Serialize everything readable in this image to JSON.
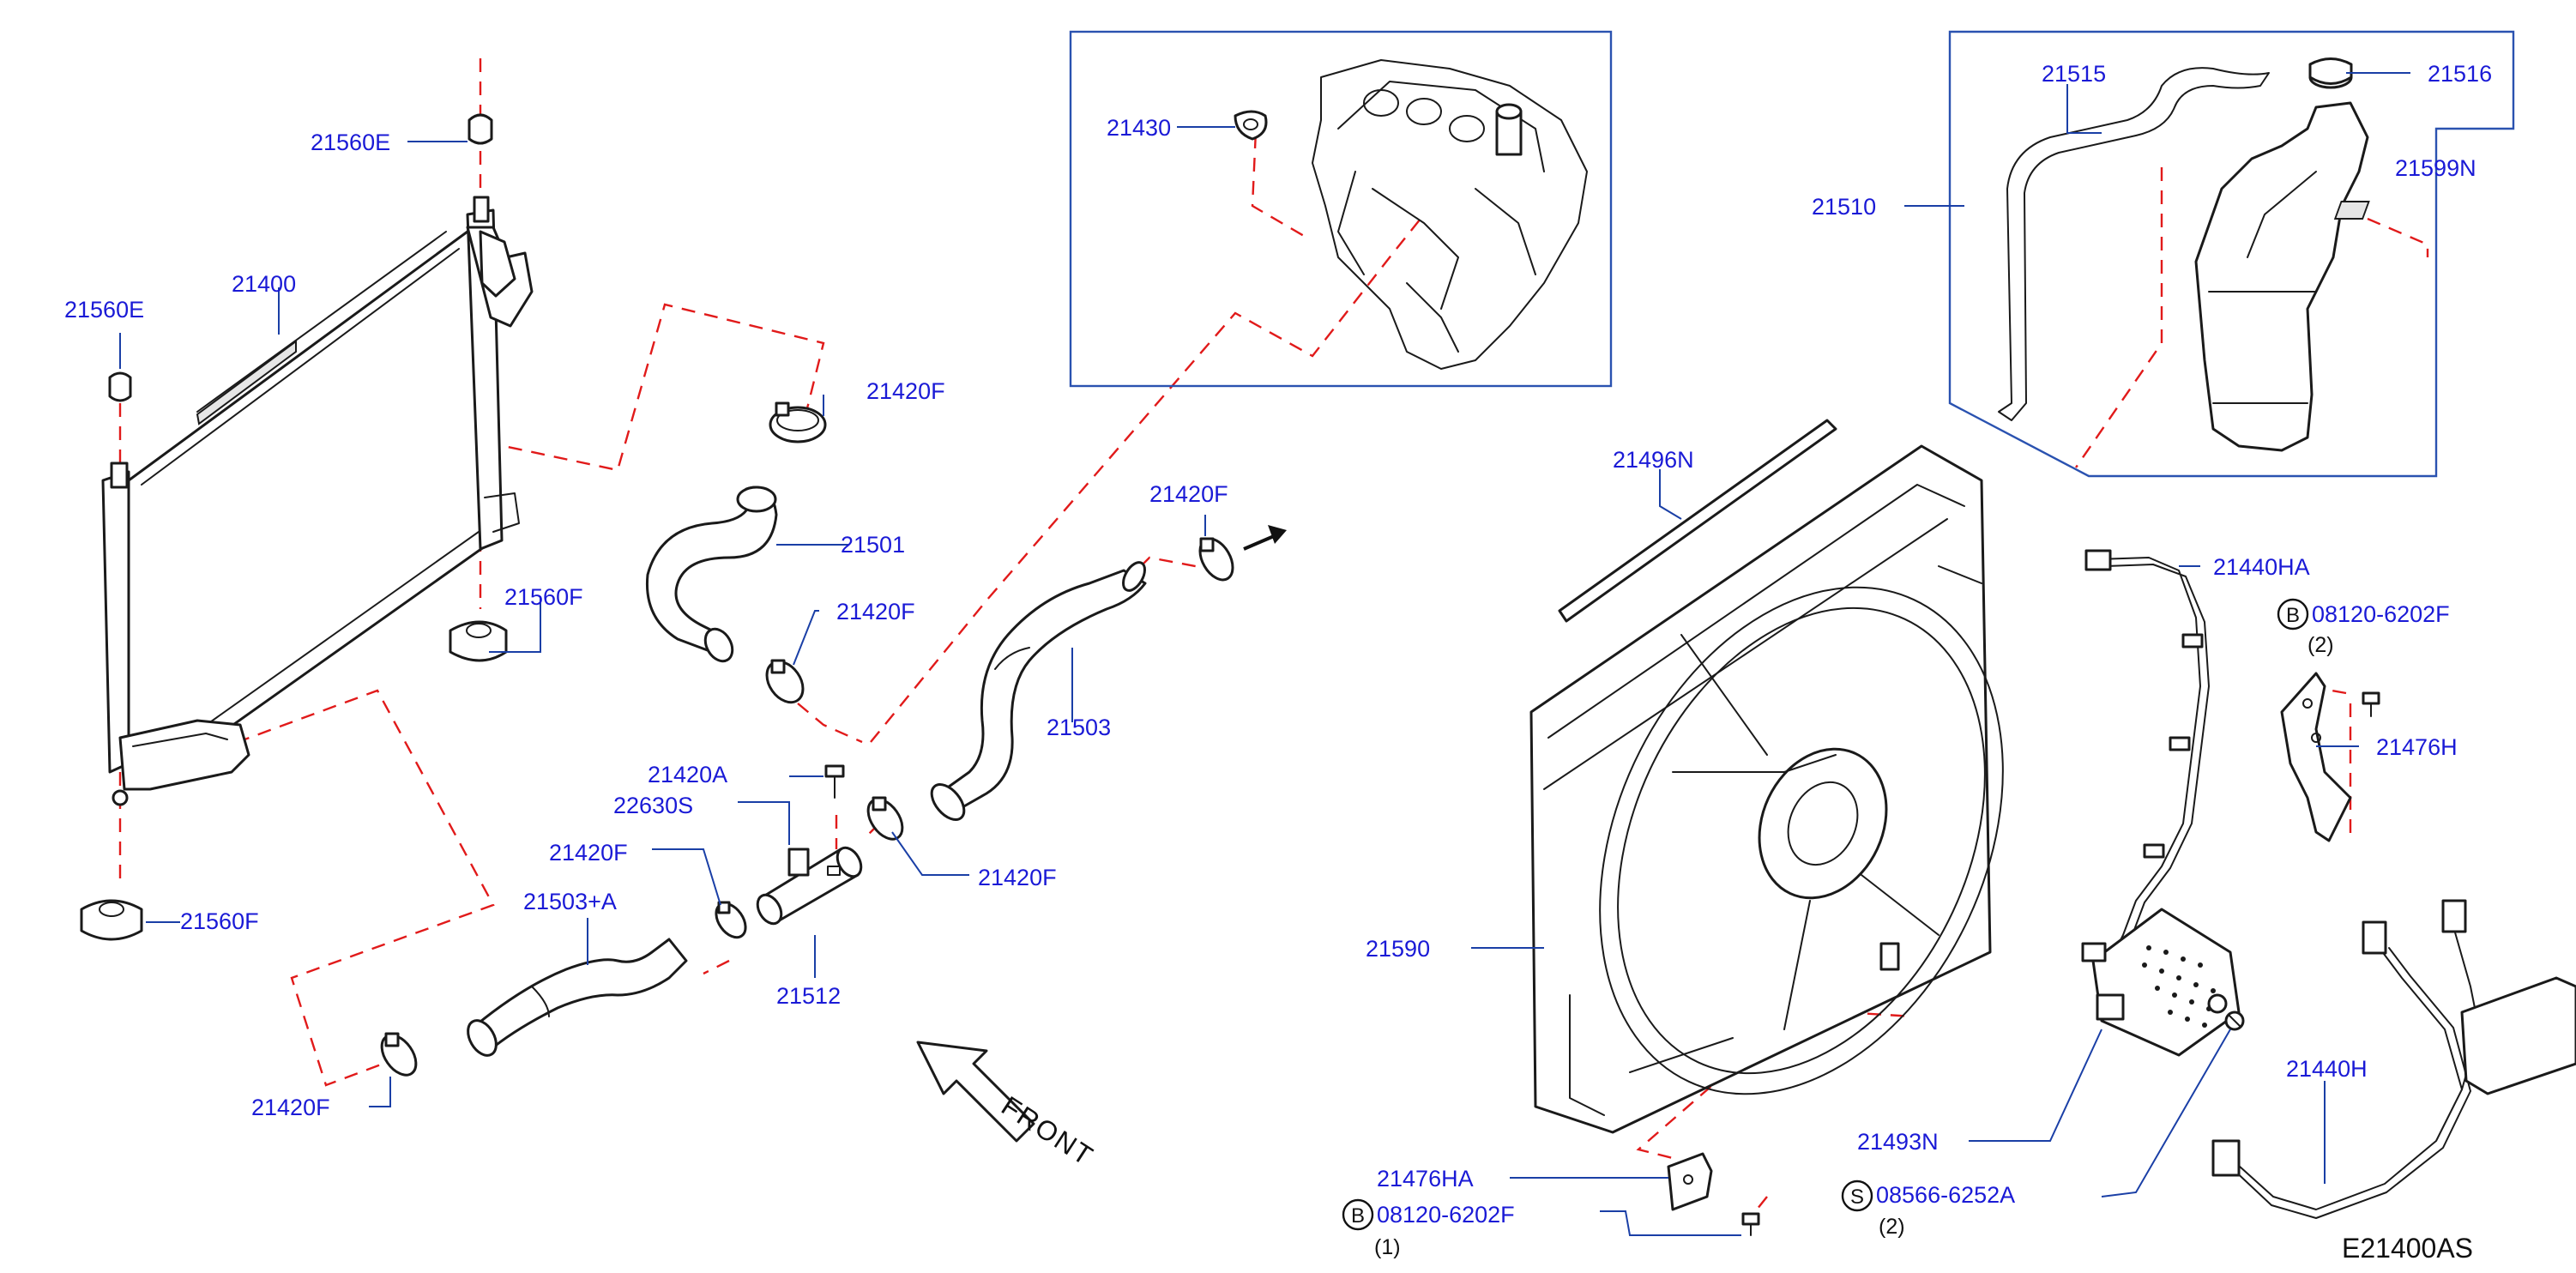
{
  "diagram": {
    "code": "E21400AS",
    "front_label": "FRONT",
    "colors": {
      "label": "#1a1ad6",
      "leader": "#1a3fa6",
      "dashed": "#e11a1a",
      "line": "#1a1a1a",
      "box": "#2a52b0"
    },
    "labels": {
      "p21560E_top": "21560E",
      "p21560E_left": "21560E",
      "p21400": "21400",
      "p21560F_mid": "21560F",
      "p21560F_bottom": "21560F",
      "p21420F_a": "21420F",
      "p21501": "21501",
      "p21420F_b": "21420F",
      "p21420F_c": "21420F",
      "p21503": "21503",
      "p21420A": "21420A",
      "p22630S": "22630S",
      "p21420F_d": "21420F",
      "p21420F_e": "21420F",
      "p21503A": "21503+A",
      "p21512": "21512",
      "p21420F_f": "21420F",
      "p21430": "21430",
      "p21515": "21515",
      "p21516": "21516",
      "p21510": "21510",
      "p21599N": "21599N",
      "p21496N": "21496N",
      "p21440HA": "21440HA",
      "p08120_top": "08120-6202F",
      "p21476H": "21476H",
      "p21590": "21590",
      "p21493N": "21493N",
      "p21440H": "21440H",
      "p21476HA": "21476HA",
      "p08120_bottom": "08120-6202F",
      "p08566": "08566-6252A"
    },
    "quantities": {
      "q_top": "(2)",
      "q_bottom": "(1)",
      "q_screw": "(2)"
    },
    "symbols": {
      "bolt": "B",
      "screw": "S"
    }
  }
}
